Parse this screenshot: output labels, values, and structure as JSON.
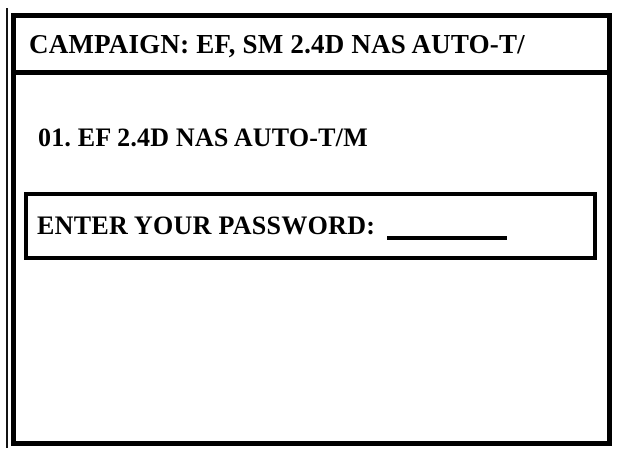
{
  "document": {
    "type": "scanned-form",
    "background_color": "#ffffff",
    "ink_color": "#000000"
  },
  "header": {
    "title": "CAMPAIGN: EF, SM 2.4D NAS AUTO-T/"
  },
  "body": {
    "item": {
      "number": "01.",
      "label": "01. EF 2.4D NAS AUTO-T/M"
    },
    "password_field": {
      "label": "ENTER YOUR PASSWORD:",
      "value": "",
      "placeholder": "",
      "blank_underline": "________"
    }
  }
}
